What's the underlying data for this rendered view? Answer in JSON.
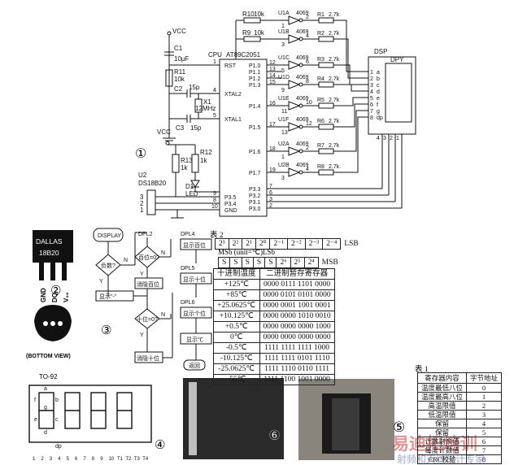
{
  "circuit": {
    "vcc": "VCC",
    "vcc2": "VCC",
    "cpu_ref": "CPU",
    "cpu_part": "AT89C2051",
    "cpu_pins_left": [
      "RST",
      "XTAL2",
      "XTAL1",
      "P3.5",
      "P3.4",
      "GND"
    ],
    "cpu_pins_right": [
      "P1.0",
      "P1.1",
      "P1.2",
      "P1.3",
      "P1.4",
      "P1.5",
      "P1.6",
      "P1.7",
      "P3.3",
      "P3.2",
      "P3.1",
      "P3.0"
    ],
    "pin_nums_left": [
      "1",
      "4",
      "5",
      "9",
      "8",
      "10"
    ],
    "pin_nums_right": [
      "12",
      "13",
      "14",
      "15",
      "16",
      "17",
      "18",
      "19",
      "7",
      "6",
      "3",
      "2"
    ],
    "c1": "C1",
    "c1_val": "10μF",
    "r11": "R11",
    "r11_val": "10k",
    "c2": "C2",
    "c2_val": "15p",
    "c3": "C3",
    "c3_val": "15p",
    "x1": "X1",
    "x1_val": "12MHz",
    "r9": "R9",
    "r9_val": "10k",
    "r10": "R10",
    "r10_val": "10k",
    "r12": "R12",
    "r12_val": "1k",
    "r13": "R13",
    "r13_val": "1k",
    "d1": "D1",
    "d1_val": "LED",
    "u2": "U2",
    "u2_part": "DS18B20",
    "u2_pins": [
      "3",
      "2",
      "1"
    ],
    "inverters": [
      {
        "name": "U1A",
        "part": "4069",
        "in": "1",
        "out": "2"
      },
      {
        "name": "U1B",
        "part": "4069",
        "in": "3",
        "out": "4"
      },
      {
        "name": "U1C",
        "part": "4069",
        "in": "5",
        "out": "6"
      },
      {
        "name": "U1D",
        "part": "4069",
        "in": "9",
        "out": "8"
      },
      {
        "name": "U1E",
        "part": "4069",
        "in": "11",
        "out": "10"
      },
      {
        "name": "U1F",
        "part": "4069",
        "in": "13",
        "out": "12"
      },
      {
        "name": "U2A",
        "part": "4069",
        "in": "1",
        "out": "2"
      },
      {
        "name": "U2B",
        "part": "4069",
        "in": "3",
        "out": "4"
      }
    ],
    "seg_resistors": [
      {
        "name": "R1",
        "val": "2.7k"
      },
      {
        "name": "R2",
        "val": "2.7k"
      },
      {
        "name": "R3",
        "val": "2.7k"
      },
      {
        "name": "R4",
        "val": "2.7k"
      },
      {
        "name": "R5",
        "val": "2.7k"
      },
      {
        "name": "R6",
        "val": "2.7k"
      },
      {
        "name": "R7",
        "val": "2.7k"
      },
      {
        "name": "R8",
        "val": "2.7k"
      }
    ],
    "dsp": "DSP",
    "dpy": "DPY",
    "seg_letters": [
      "a",
      "b",
      "c",
      "d",
      "e",
      "f",
      "g",
      "dp"
    ],
    "seg_pins": [
      "1",
      "2",
      "3",
      "4",
      "5",
      "6",
      "7",
      "8"
    ],
    "dpy_pins_bottom": [
      "4",
      "3",
      "2",
      "1"
    ],
    "circled": "①"
  },
  "chip": {
    "text1": "DALLAS",
    "text2": "18B20",
    "pins": [
      "GND",
      "DQ",
      "V₀₀"
    ],
    "circled": "②",
    "bottom_view": "(BOTTOM VIEW)",
    "package": "TO-92"
  },
  "flowchart": {
    "circled": "③",
    "display": "DISPLAY",
    "minus_q": "负数?",
    "n": "N",
    "y": "Y",
    "show_minus": "显示\"-\"",
    "dpl2": "DPL2",
    "hundred_q": "百位=0?",
    "blank_hundred": "消隐百位",
    "tens_q": "十位=0?",
    "blank_tens": "消隐十位",
    "dpl4": "DPL4",
    "show_hundred": "显示百位",
    "dpl5": "DPL5",
    "show_tens": "显示十位",
    "dpl6": "DPL6",
    "show_units": "显示个位",
    "show_deg": "显示℃",
    "ret": "返回"
  },
  "table2": {
    "title": "表 2",
    "lsb_bits": [
      "2³",
      "2²",
      "2¹",
      "2⁰",
      "2⁻¹",
      "2⁻²",
      "2⁻³",
      "2⁻⁴"
    ],
    "lsb": "LSB",
    "unit_line": "MSb (unit=℃)LSb",
    "msb_bits": [
      "S",
      "S",
      "S",
      "S",
      "S",
      "2⁶",
      "2⁵",
      "2⁴"
    ],
    "msb": "MSB",
    "headers": [
      "十进制温度",
      "二进制暂存寄存器"
    ],
    "rows": [
      [
        "+125℃",
        "0000 0111 1101 0000"
      ],
      [
        "+85℃",
        "0000 0101 0101 0000"
      ],
      [
        "+25.0625℃",
        "0000 0001 1001 0001"
      ],
      [
        "+10.125℃",
        "0000 0000 1010 0010"
      ],
      [
        "+0.5℃",
        "0000 0000 0000 1000"
      ],
      [
        "0℃",
        "0000 0000 0000 0000"
      ],
      [
        "-0.5℃",
        "1111 1111 1111 1000"
      ],
      [
        "-10.125℃",
        "1111 1111 0101 1110"
      ],
      [
        "-25.0625℃",
        "1111 1110 0110 1111"
      ],
      [
        "-55℃",
        "1111 1100 1001 0000"
      ]
    ]
  },
  "table1": {
    "title": "表 1",
    "headers": [
      "寄存器内容",
      "字节地址"
    ],
    "rows": [
      [
        "温度最低八位",
        "0"
      ],
      [
        "温度最高八位",
        "1"
      ],
      [
        "高温限值",
        "2"
      ],
      [
        "低温限值",
        "3"
      ],
      [
        "保留",
        "4"
      ],
      [
        "保留",
        "5"
      ],
      [
        "计数剩余值",
        "6"
      ],
      [
        "每度计数值",
        "7"
      ],
      [
        "CRC校验",
        "8"
      ]
    ]
  },
  "display7": {
    "letters": [
      "a",
      "f",
      "b",
      "g",
      "e",
      "c",
      "d",
      "dp"
    ],
    "circled": "④",
    "bottom_pins": [
      "1",
      "2",
      "3",
      "4",
      "5",
      "6",
      "7",
      "8",
      "9",
      "10",
      "T1",
      "T2",
      "T3",
      "T4"
    ]
  },
  "photos": {
    "circled_5": "⑤",
    "circled_6": "⑥"
  },
  "watermark": {
    "line1": "易迪拓培训",
    "line2": "射频和天线设计专家"
  }
}
